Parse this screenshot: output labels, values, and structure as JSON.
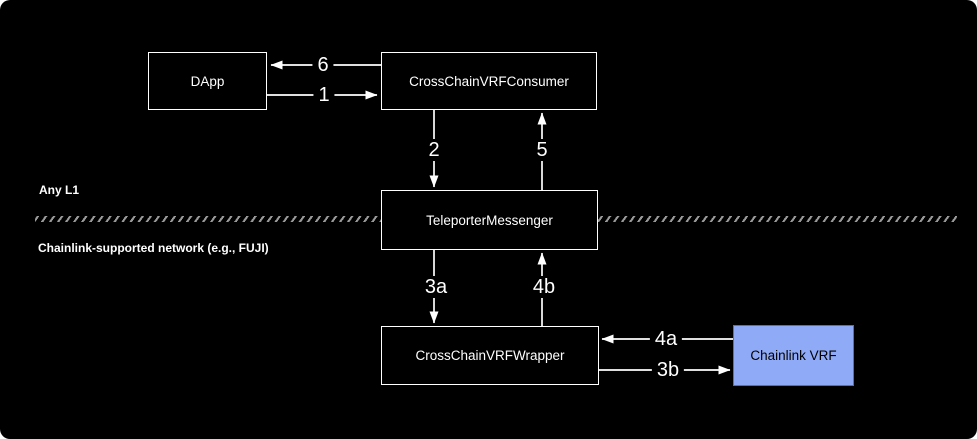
{
  "canvas": {
    "background": "#000000"
  },
  "zones": {
    "top_label": "Any L1",
    "bottom_label": "Chainlink-supported network (e.g., FUJI)"
  },
  "nodes": {
    "dapp": {
      "label": "DApp"
    },
    "consumer": {
      "label": "CrossChainVRFConsumer"
    },
    "teleporter": {
      "label": "TeleporterMessenger"
    },
    "wrapper": {
      "label": "CrossChainVRFWrapper"
    },
    "chainlink_vrf": {
      "label": "Chainlink VRF",
      "fill": "#8fabf7",
      "border": "#4a6de0",
      "text_color": "#000000"
    }
  },
  "edges": {
    "step6": {
      "label": "6",
      "from": "CrossChainVRFConsumer",
      "to": "DApp"
    },
    "step1": {
      "label": "1",
      "from": "DApp",
      "to": "CrossChainVRFConsumer"
    },
    "step2": {
      "label": "2",
      "from": "CrossChainVRFConsumer",
      "to": "TeleporterMessenger"
    },
    "step5": {
      "label": "5",
      "from": "TeleporterMessenger",
      "to": "CrossChainVRFConsumer"
    },
    "step3a": {
      "label": "3a",
      "from": "TeleporterMessenger",
      "to": "CrossChainVRFWrapper"
    },
    "step4b": {
      "label": "4b",
      "from": "CrossChainVRFWrapper",
      "to": "TeleporterMessenger"
    },
    "step4a": {
      "label": "4a",
      "from": "Chainlink VRF",
      "to": "CrossChainVRFWrapper"
    },
    "step3b": {
      "label": "3b",
      "from": "CrossChainVRFWrapper",
      "to": "Chainlink VRF"
    }
  },
  "colors": {
    "line": "#ffffff",
    "separator": "#999999",
    "node_border": "#ffffff",
    "node_text": "#ffffff"
  }
}
